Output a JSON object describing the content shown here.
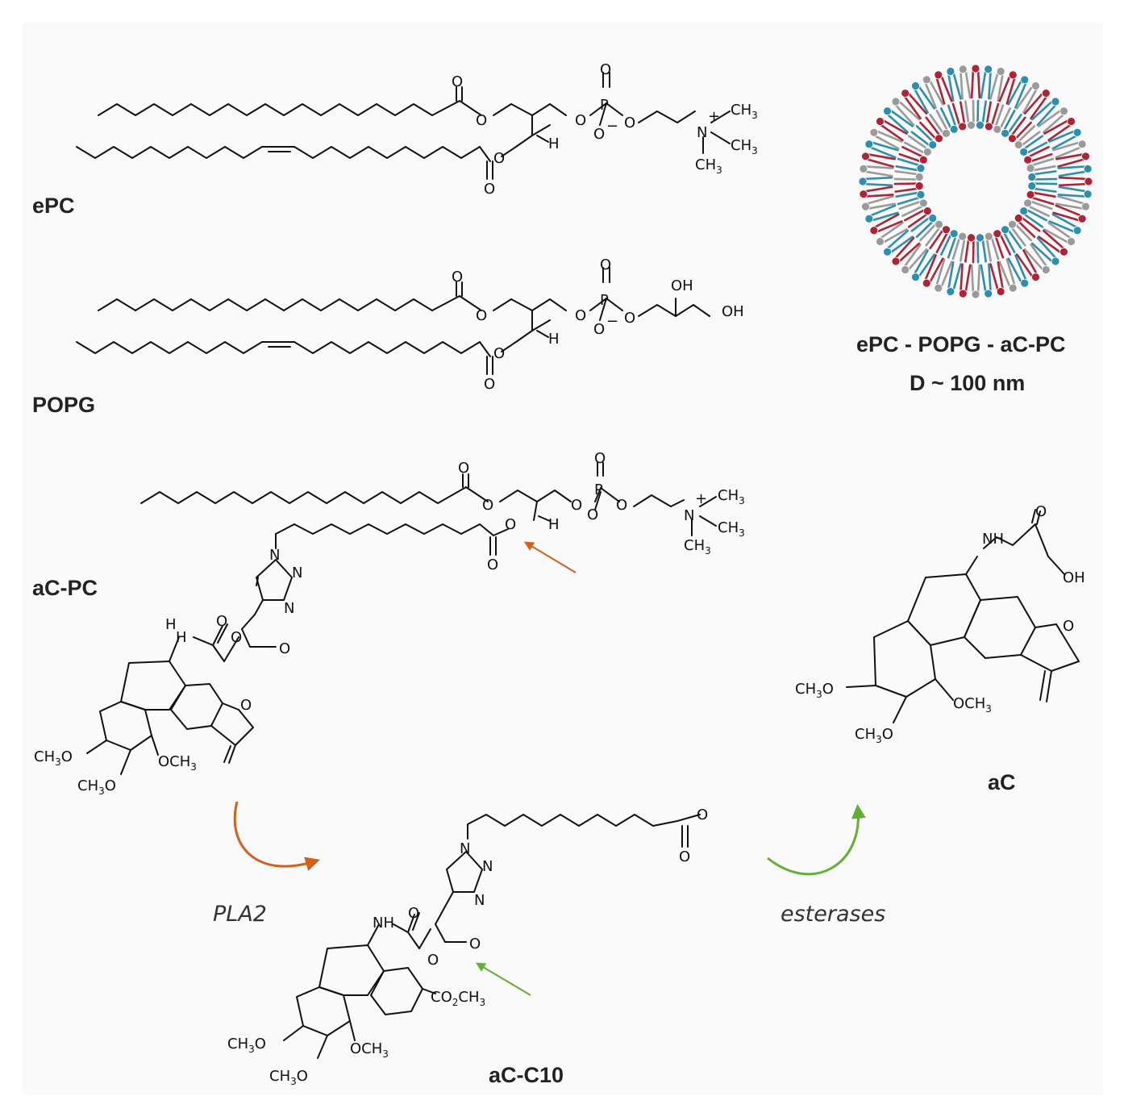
{
  "labels": {
    "epc": "ePC",
    "popg": "POPG",
    "acpc": "aC-PC",
    "acc10": "aC-C10",
    "ac": "aC",
    "liposome_composition": "ePC - POPG - aC-PC",
    "liposome_size": "D ~ 100 nm"
  },
  "enzymes": {
    "pla2": "PLA2",
    "esterases": "esterases"
  },
  "atoms": {
    "o": "O",
    "p": "P",
    "n": "N",
    "h": "H",
    "nh": "NH",
    "oh": "OH",
    "ch3": "CH",
    "ch3_sub": "3",
    "och3": "OCH",
    "och3_sub": "3",
    "ch3o": "CH",
    "ch3o_sub": "3",
    "ch3o_tail": "O",
    "co2ch3_a": "CO",
    "co2ch3_b": "2",
    "co2ch3_c": "CH",
    "co2ch3_d": "3",
    "plus": "+",
    "minus": "−"
  },
  "colors": {
    "lipid_red": "#b22233",
    "lipid_blue": "#2a8fb0",
    "lipid_gray": "#9a9a9a",
    "arrow_orange": "#d4601a",
    "arrow_green": "#62b033"
  }
}
